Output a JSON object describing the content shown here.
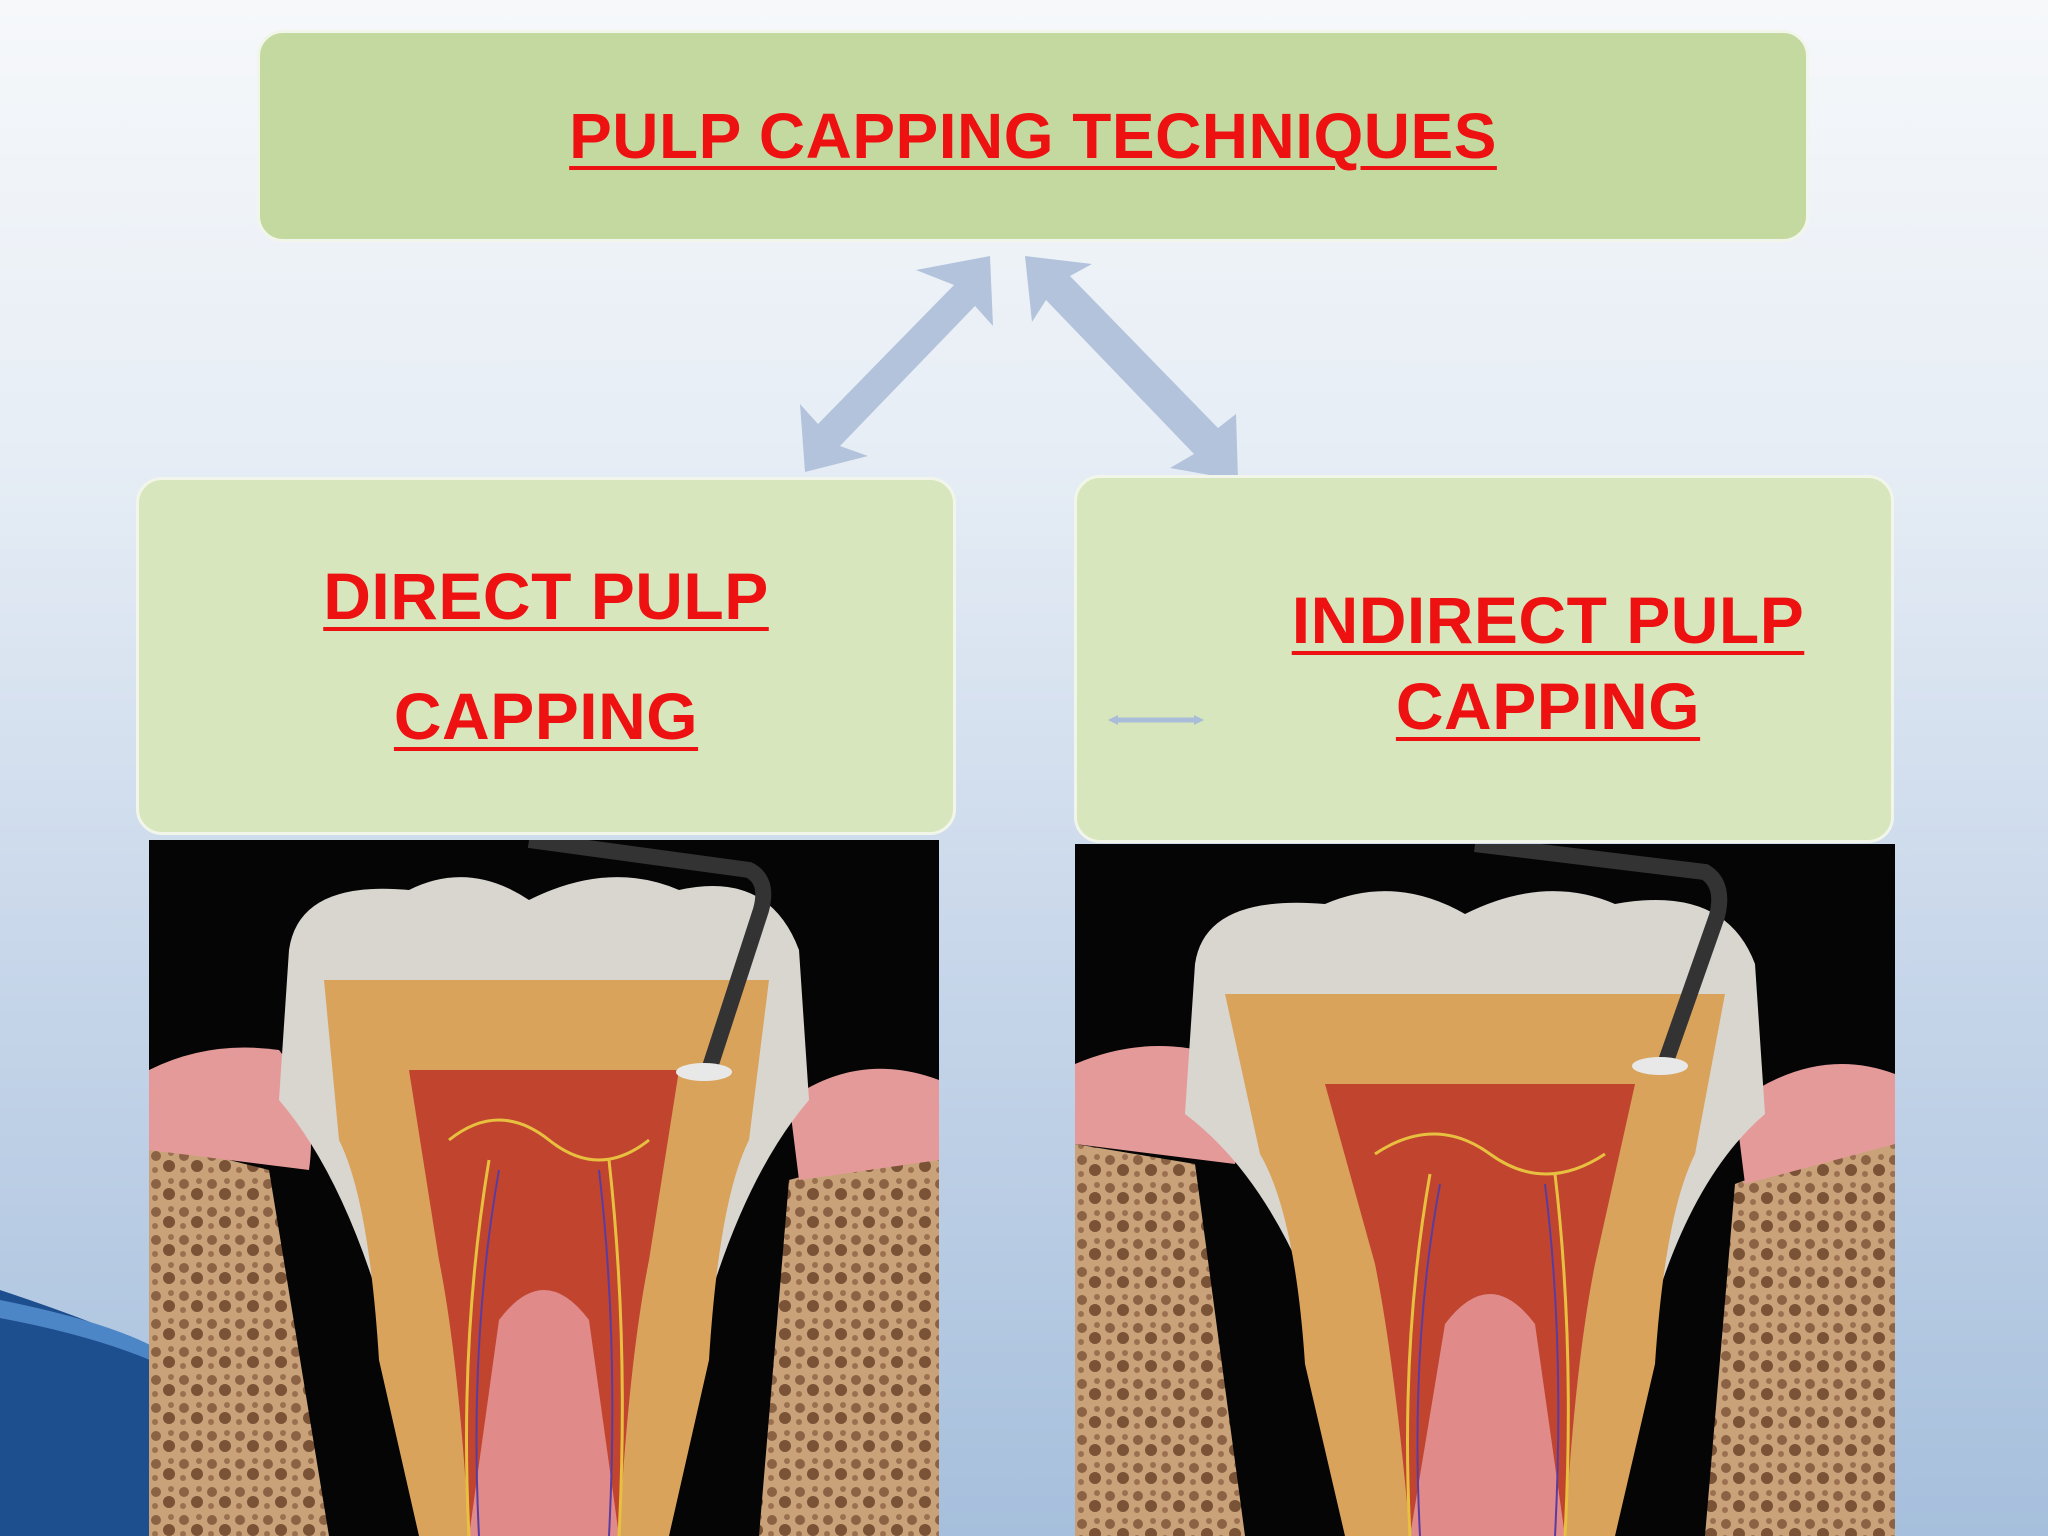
{
  "title": "PULP CAPPING TECHNIQUES",
  "left": {
    "line1": "DIRECT PULP",
    "line2": "CAPPING"
  },
  "right": {
    "line1": "INDIRECT PULP",
    "line2": "CAPPING"
  },
  "images": [
    {
      "icon": "tooth-cross-section-illustration"
    },
    {
      "icon": "tooth-cross-section-illustration"
    }
  ],
  "colors": {
    "title_text": "#ee1111",
    "top_box": "#c4d9a0",
    "sub_box": "#d8e6bd",
    "arrow": "#b3c3dc"
  }
}
